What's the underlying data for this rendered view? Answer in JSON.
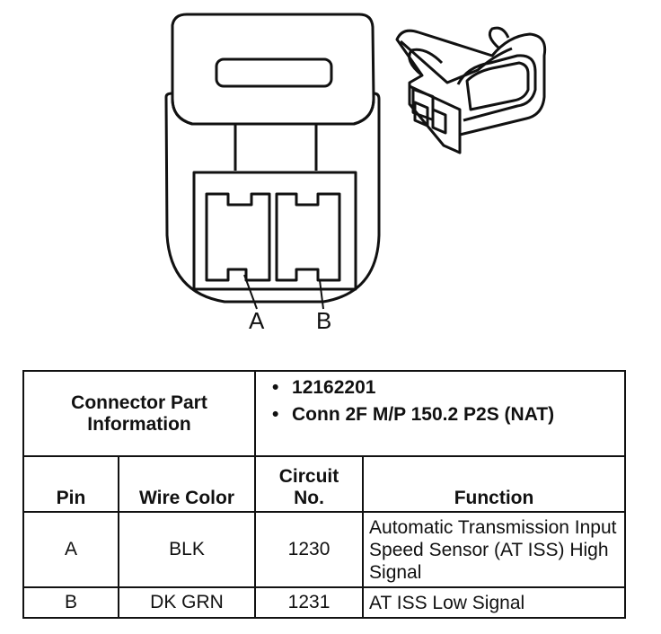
{
  "connector": {
    "pins": [
      {
        "id": "A"
      },
      {
        "id": "B"
      }
    ]
  },
  "table": {
    "part_info_label": "Connector Part Information",
    "part_info_items": [
      "12162201",
      "Conn 2F M/P 150.2 P2S (NAT)"
    ],
    "headers": {
      "pin": "Pin",
      "wire_color": "Wire Color",
      "circuit_no": "Circuit No.",
      "function": "Function"
    },
    "rows": [
      {
        "pin": "A",
        "wire_color": "BLK",
        "circuit_no": "1230",
        "function": "Automatic Transmission Input Speed Sensor (AT ISS) High Signal"
      },
      {
        "pin": "B",
        "wire_color": "DK GRN",
        "circuit_no": "1231",
        "function": "AT ISS Low Signal"
      }
    ]
  }
}
